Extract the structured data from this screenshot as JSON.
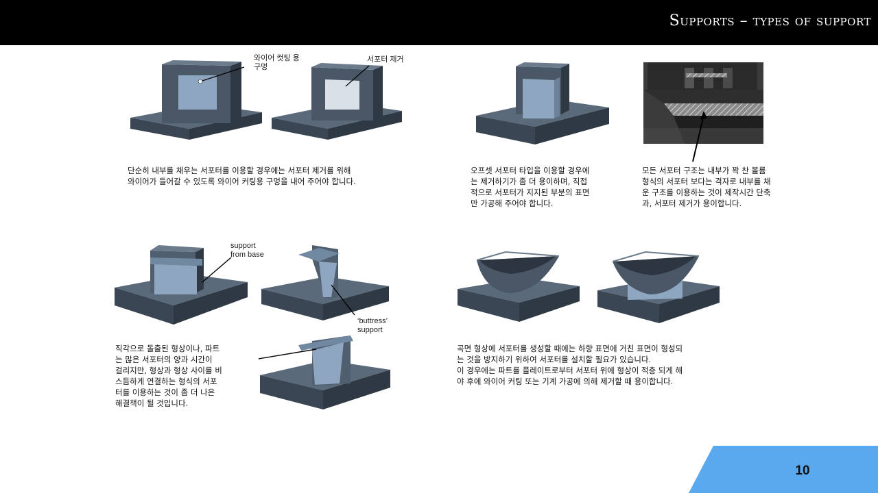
{
  "slide": {
    "title": "Supports – types of support",
    "page_number": "10"
  },
  "figures": {
    "wire_cut": {
      "hole_label": "와이어 컷팅 용\n구멍",
      "removal_label": "서포터 제거",
      "caption": "단순히 내부를 채우는 서포터를 이용할 경우에는 서포터 제거를 위해\n와이어가 들어갈 수 있도록 와이어 커팅용 구멍을 내어 주어야 합니다."
    },
    "offset": {
      "caption": "오프셋 서포터 타입을 이용할 경우에\n는 제거하기가 좀 더 용이하며, 직접\n적으로 서포터가 지지된 부분의 표면\n만 가공해 주어야 합니다."
    },
    "lattice": {
      "caption": "모든 서포터 구조는 내부가 꽉 찬 볼륨\n형식의 서포터 보다는 격자로 내부를 채\n운 구조를 이용하는 것이 제작시간 단축\n과, 서포터 제거가 용이합니다."
    },
    "overhang": {
      "support_from_base_label": "support\nfrom base",
      "buttress_label": "‘buttress’\nsupport",
      "caption": "직각으로 돌출된 형상이나, 파트\n는 많은 서포터의 양과 시간이\n걸리지만, 형상과 형상 사이를 비\n스듬하게 연결하는 형식의 서포\n터를 이용하는 것이 좀 더 나은\n해결책이 될 것입니다."
    },
    "curved": {
      "caption": "곡면 형상에 서포터를 생성할 때에는 하향 표면에 거친 표면이 형성되\n는 것을 방지하기 위하여 서포터를 설치할 필요가 있습니다.\n이 경우에는 파트를 플레이트로부터 서포터 위에 형상이 적층 되게 해\n야 후에 와이어 커팅 또는 기계 가공에 의해 제거할 때 용이합니다."
    }
  },
  "colors": {
    "header_bg": "#000000",
    "header_text": "#ffffff",
    "page_tab": "#5aa8ee",
    "part_top": "#566575",
    "part_front": "#3a4654",
    "part_side": "#2c3540",
    "support_face": "#8aa2bb"
  }
}
